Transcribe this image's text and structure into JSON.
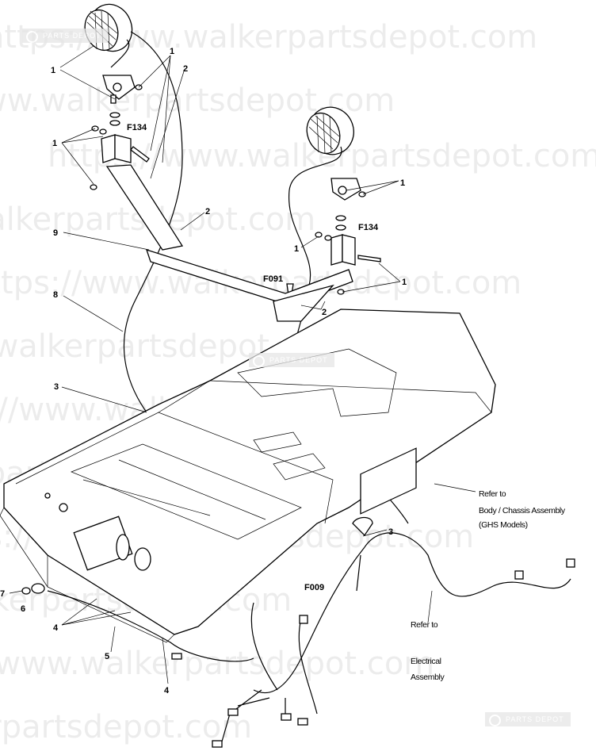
{
  "watermark": {
    "text": "https://www.walkerpartsdepot.com",
    "logo_text": "PARTS DEPOT"
  },
  "callouts": [
    "1",
    "1",
    "2",
    "F134",
    "1",
    "2",
    "9",
    "8",
    "F091",
    "1",
    "1",
    "F134",
    "1",
    "2",
    "3",
    "3",
    "F009",
    "7",
    "6",
    "4",
    "5",
    "4"
  ],
  "notes": {
    "body_chassis": [
      "Refer to",
      "Body / Chassis Assembly",
      "(GHS Models)"
    ],
    "electrical": [
      "Refer to",
      "Electrical",
      "Assembly"
    ]
  }
}
